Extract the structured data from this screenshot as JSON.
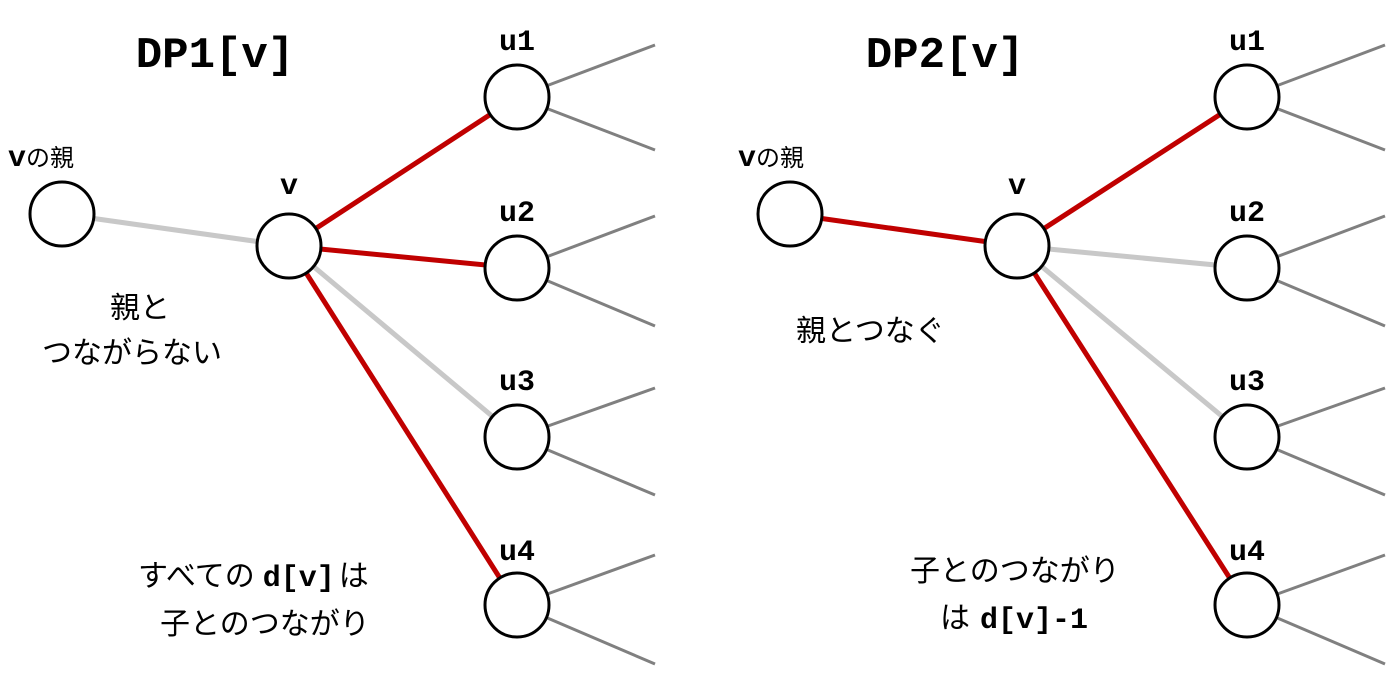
{
  "colors": {
    "red_edge": "#c00000",
    "light_edge": "#c8c8c8",
    "child_edge": "#808080",
    "node_stroke": "#000000"
  },
  "panels": [
    {
      "title": "DP1[v]",
      "parent_label_mono": "v",
      "parent_label_text": "の親",
      "v_label": "v",
      "children": [
        "u1",
        "u2",
        "u3",
        "u4"
      ],
      "parent_edge": "light",
      "child_edges": [
        "red",
        "red",
        "light",
        "red"
      ],
      "parent_note": [
        "親と",
        "つながらない"
      ],
      "child_note_line1_pre": "すべての",
      "child_note_line1_mono": "d[v]",
      "child_note_line1_post": "は",
      "child_note_line2": "子とのつながり"
    },
    {
      "title": "DP2[v]",
      "parent_label_mono": "v",
      "parent_label_text": "の親",
      "v_label": "v",
      "children": [
        "u1",
        "u2",
        "u3",
        "u4"
      ],
      "parent_edge": "red",
      "child_edges": [
        "red",
        "light",
        "light",
        "red"
      ],
      "parent_note": [
        "親とつなぐ"
      ],
      "child_note_line1": "子とのつながり",
      "child_note_line2_pre": "は",
      "child_note_line2_mono": "d[v]-1"
    }
  ]
}
